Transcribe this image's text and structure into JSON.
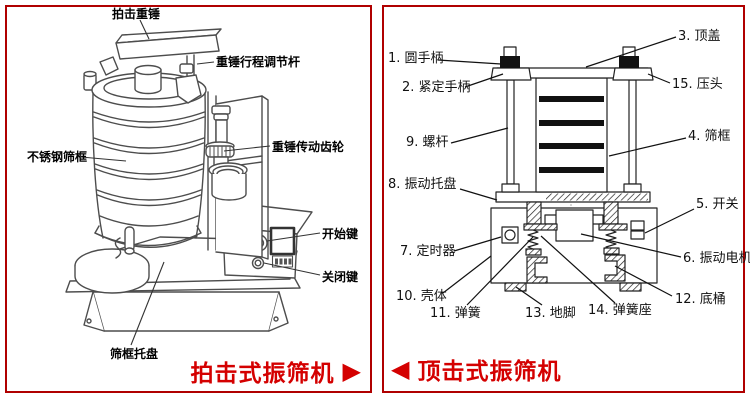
{
  "left_panel": {
    "machine_name": "拍击式振筛机",
    "caption": "拍击式振筛机",
    "caption_arrow": "▶",
    "labels": {
      "hammer": "拍击重锤",
      "stroke_rod": "重锤行程调节杆",
      "sieve_frame": "不锈钢筛框",
      "gear": "重锤传动齿轮",
      "start_key": "开始键",
      "close_key": "关闭键",
      "tray": "筛框托盘"
    }
  },
  "right_panel": {
    "machine_name": "顶击式振筛机",
    "caption": "顶击式振筛机",
    "caption_arrow": "◀",
    "labels": {
      "round_handle": "1. 圆手柄",
      "lock_handle": "2. 紧定手柄",
      "top_cover": "3. 顶盖",
      "sieve_frame": "4. 筛框",
      "switch": "5. 开关",
      "motor": "6. 振动电机",
      "timer": "7. 定时器",
      "vib_tray": "8. 振动托盘",
      "screw_rod": "9. 螺杆",
      "housing": "10. 壳体",
      "spring": "11. 弹簧",
      "bottom_barrel": "12. 底桶",
      "foot": "13. 地脚",
      "spring_seat": "14. 弹簧座",
      "press_head": "15. 压头"
    }
  },
  "colors": {
    "border_red": "#b00000",
    "caption_red": "#d40000",
    "line_dark": "#1c1c1c",
    "line_gray": "#4d4d4d"
  }
}
